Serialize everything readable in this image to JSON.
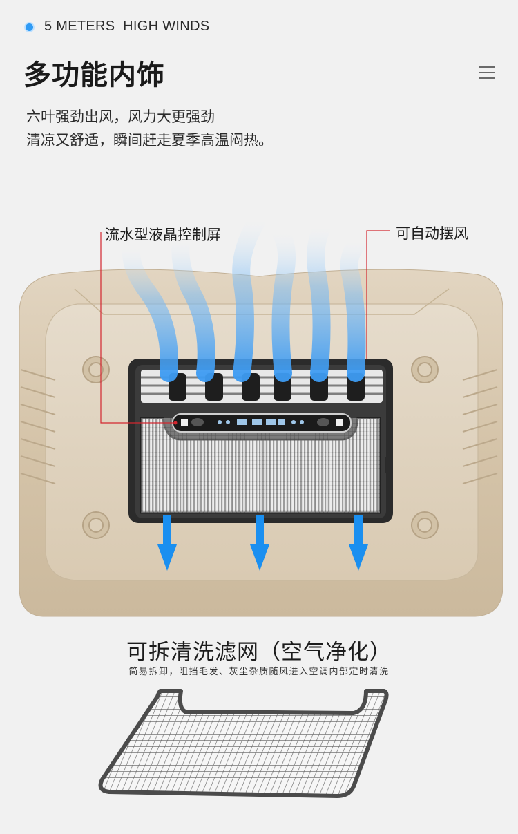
{
  "header": {
    "tagline": "5 METERS  HIGH WINDS",
    "title": "多功能内饰",
    "menu_icon": "hamburger-menu-icon"
  },
  "description": {
    "line1": "六叶强劲出风，风力大更强劲",
    "line2": "清凉又舒适，瞬间赶走夏季高温闷热。"
  },
  "callouts": {
    "left": "流水型液晶控制屏",
    "right": "可自动摆风"
  },
  "filter": {
    "title": "可拆清洗滤网（空气净化）",
    "subtitle": "简易拆卸，阻挡毛发、灰尘杂质随风进入空调内部定时清洗"
  },
  "colors": {
    "accent": "#2f9bf5",
    "housing": "#d6c6ad",
    "callout_line": "#d3262f",
    "arrow": "#1a8ff0"
  }
}
